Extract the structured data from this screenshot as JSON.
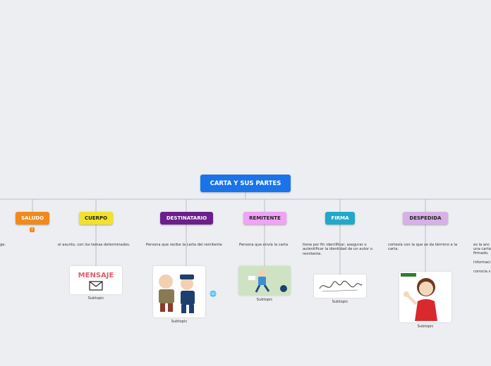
{
  "root": {
    "title": "CARTA Y SUS PARTES"
  },
  "branches": [
    {
      "label": "SALUDO",
      "color": "#f08a1c",
      "text_color": "#ffffff"
    },
    {
      "label": "CUERPO",
      "color": "#f2e22a",
      "text_color": "#222222"
    },
    {
      "label": "DESTINATARIO",
      "color": "#6b1f8a",
      "text_color": "#ffffff"
    },
    {
      "label": "REMITENTE",
      "color": "#f0a3f5",
      "text_color": "#222222"
    },
    {
      "label": "FIRMA",
      "color": "#21a8c9",
      "text_color": "#ffffff"
    },
    {
      "label": "DESPEDIDA",
      "color": "#d7b1e6",
      "text_color": "#222222"
    }
  ],
  "descriptions": {
    "saludo": "ge.",
    "cuerpo": "el asunto, con los temas determinados.",
    "destinatario": "Persona que recibe la carta del remitente",
    "remitente": "Persona que envía la carta",
    "firma": "tiene por fin identificar, asegurar o autentificar la identidad de un autor o remitente.",
    "despedida": "cortesía con la que se da término a la carta.",
    "extra_line1": "es la anc",
    "extra_line2": "una carta",
    "extra_line3": "firmado,",
    "extra_line4": "informaci",
    "extra_line5": "conocia s"
  },
  "images": {
    "cuerpo_word": "MENSAJE"
  },
  "subtopic_label": "Subtopic",
  "badge": "?",
  "icons": [
    "envelope-icon",
    "globe-icon"
  ]
}
